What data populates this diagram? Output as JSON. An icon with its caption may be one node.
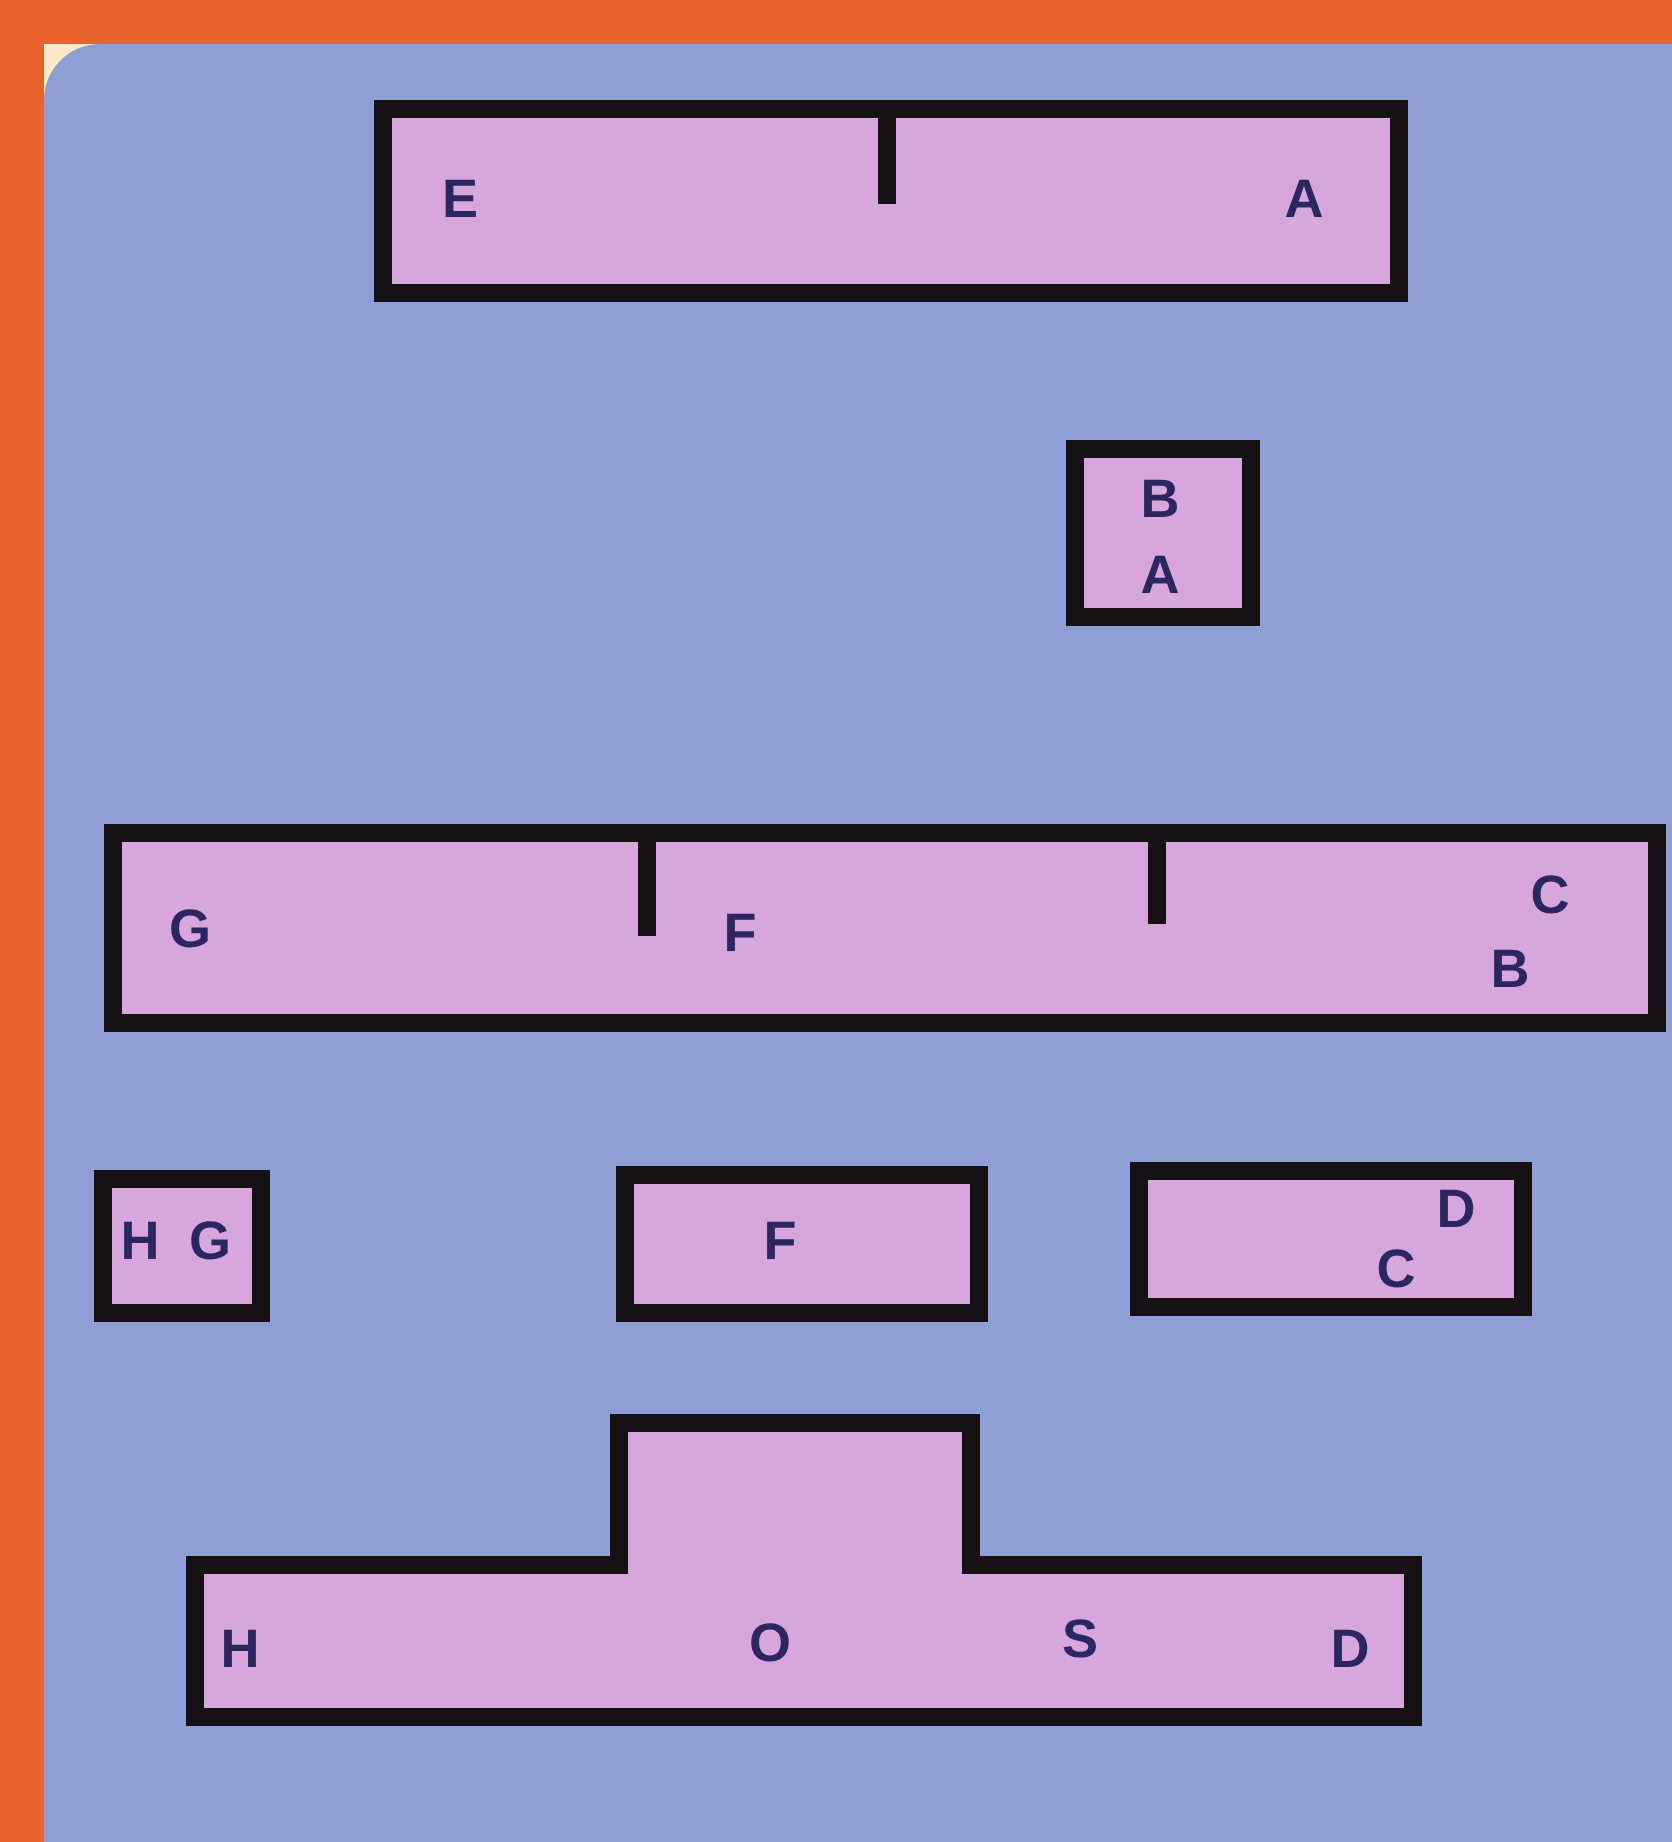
{
  "diagram": {
    "nodes": [
      {
        "text": [
          "E",
          "A"
        ]
      },
      {
        "text": [
          "B",
          "A"
        ]
      },
      {
        "text": [
          "G",
          "F",
          "B",
          "C"
        ]
      },
      {
        "text": [
          "H",
          "G"
        ]
      },
      {
        "text": [
          "F"
        ]
      },
      {
        "text": [
          "C",
          "D"
        ]
      },
      {
        "text": [
          "H",
          "O",
          "S",
          "D"
        ]
      }
    ]
  }
}
